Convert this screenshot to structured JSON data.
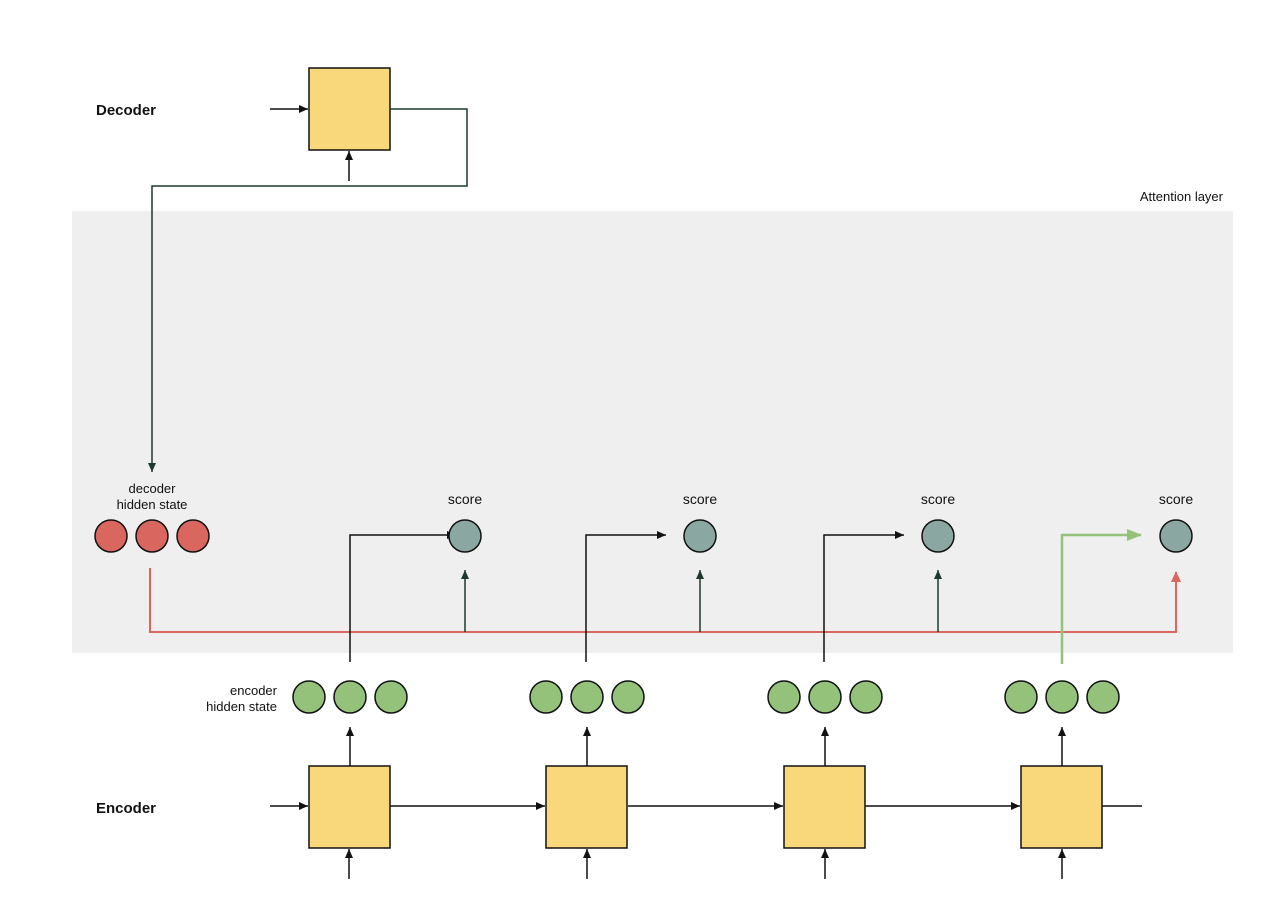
{
  "labels": {
    "decoder": "Decoder",
    "encoder": "Encoder",
    "attention_layer": "Attention layer",
    "decoder_hidden_state_line1": "decoder",
    "decoder_hidden_state_line2": "hidden state",
    "encoder_hidden_state_line1": "encoder",
    "encoder_hidden_state_line2": "hidden state",
    "score": "score"
  },
  "colors": {
    "rnn_cell": "#f8d87a",
    "attention_bg": "#efefef",
    "decoder_state": "#d9675f",
    "encoder_state": "#94c27a",
    "score_node": "#8aa8a1",
    "red_path": "#d9675f",
    "green_path": "#94c27a",
    "dark_path": "#1c3a2c",
    "stroke": "#111111"
  }
}
